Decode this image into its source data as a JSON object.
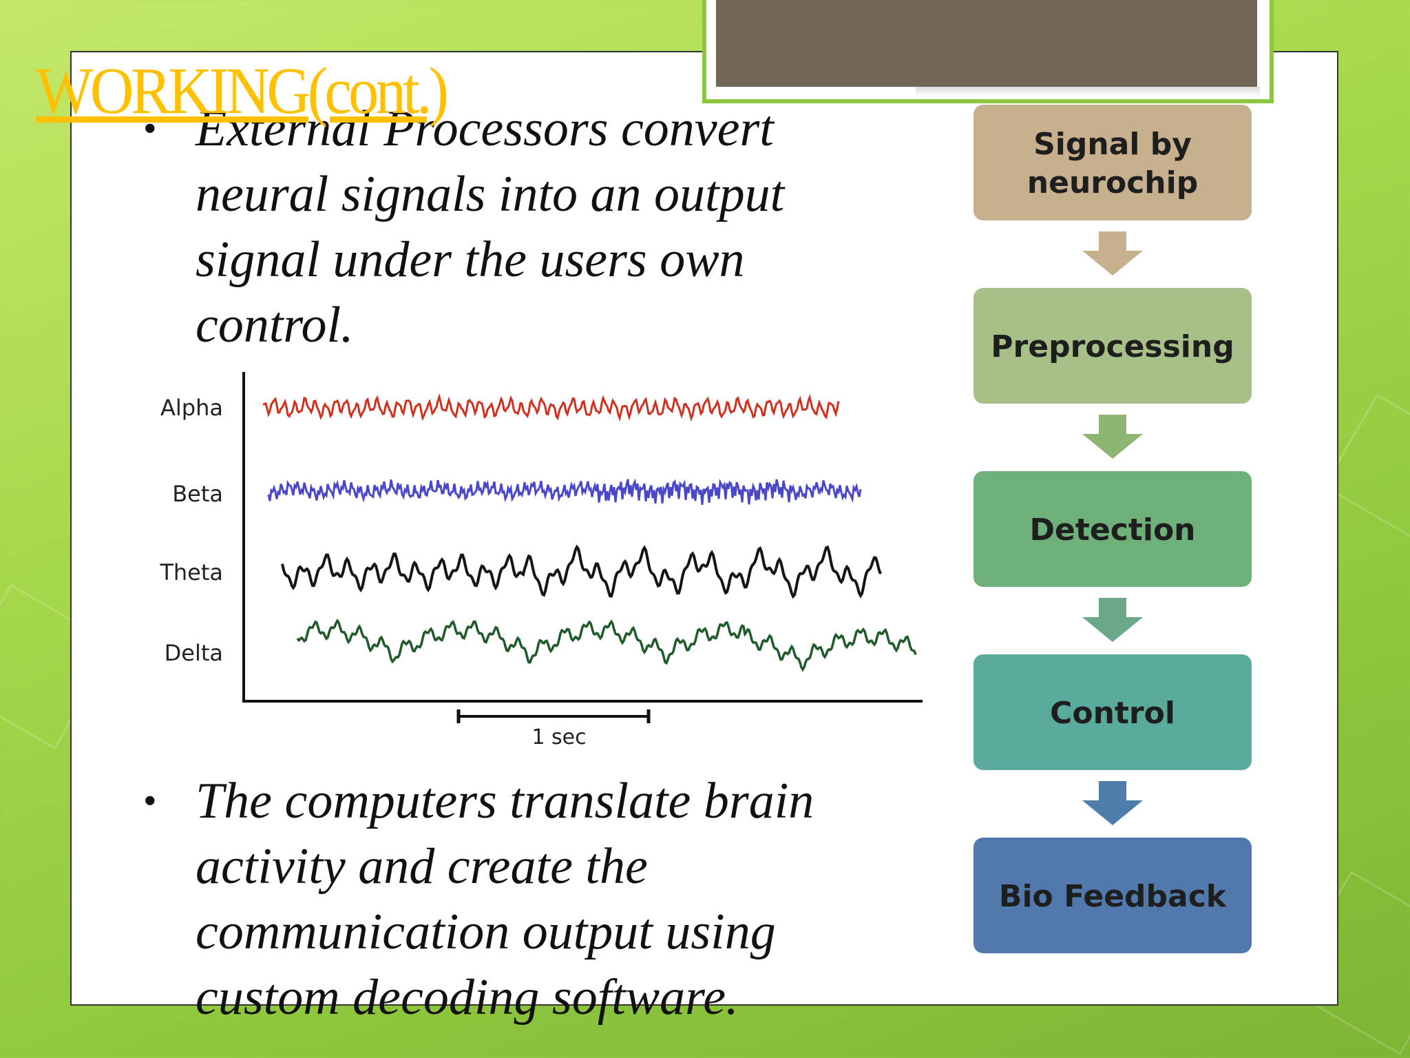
{
  "slide": {
    "title": "WORKING(cont.)",
    "bullets": [
      "External Processors convert neural signals into an output signal under the users own control.",
      "The computers translate brain activity and create the communication output using custom decoding software."
    ],
    "bullet_symbol": "•"
  },
  "wave_figure": {
    "labels": [
      "Alpha",
      "Beta",
      "Theta",
      "Delta"
    ],
    "colors": [
      "#d2301e",
      "#4a48c8",
      "#151515",
      "#1f5a2a"
    ],
    "scale_label": "1 sec"
  },
  "flowchart": {
    "steps": [
      {
        "label": "Signal by neurochip",
        "lines": [
          "Signal by",
          "neurochip"
        ],
        "color": "#c7b08e",
        "arrow_color": "#c7b08e"
      },
      {
        "label": "Preprocessing",
        "lines": [
          "Preprocessing"
        ],
        "color": "#a8bf88",
        "arrow_color": "#8fb573"
      },
      {
        "label": "Detection",
        "lines": [
          "Detection"
        ],
        "color": "#6db07a",
        "arrow_color": "#6aa889"
      },
      {
        "label": "Control",
        "lines": [
          "Control"
        ],
        "color": "#5aab9c",
        "arrow_color": "#4d7daa"
      },
      {
        "label": "Bio Feedback",
        "lines": [
          "Bio Feedback"
        ],
        "color": "#5279ab"
      }
    ]
  },
  "colors": {
    "title": "#ffc000",
    "background_green": "#a8d94c",
    "title_tab": "#726656"
  }
}
